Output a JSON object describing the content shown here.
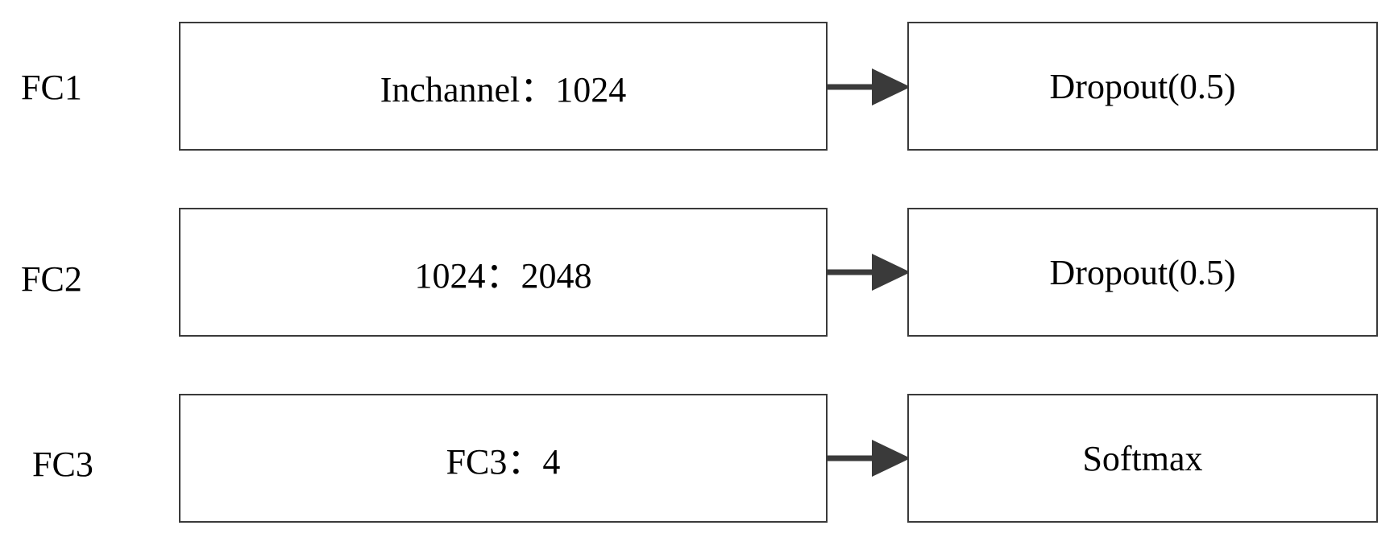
{
  "rows": [
    {
      "label": "FC1",
      "left_box": "Inchannel：1024",
      "right_box": "Dropout(0.5)"
    },
    {
      "label": "FC2",
      "left_box": "1024：2048",
      "right_box": "Dropout(0.5)"
    },
    {
      "label": "FC3",
      "left_box": "FC3：4",
      "right_box": "Softmax"
    }
  ],
  "colors": {
    "box_border": "#3a3a3a",
    "arrow": "#3a3a3a",
    "text": "#000000",
    "background": "#ffffff"
  }
}
